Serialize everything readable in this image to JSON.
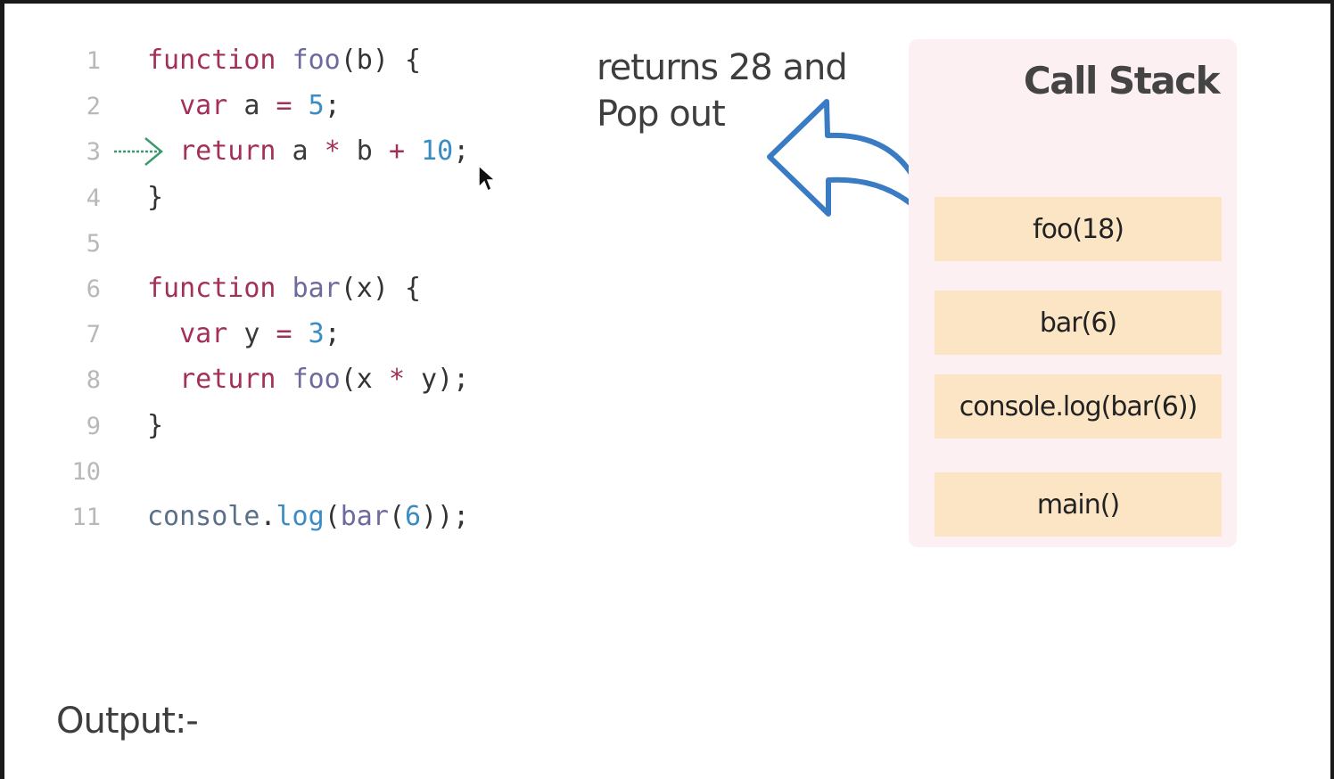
{
  "code": {
    "lines": [
      {
        "number": "1",
        "tokens": [
          {
            "t": "function",
            "c": "kw"
          },
          {
            "t": " ",
            "c": "pl"
          },
          {
            "t": "foo",
            "c": "fn"
          },
          {
            "t": "(b) {",
            "c": "pl"
          }
        ]
      },
      {
        "number": "2",
        "tokens": [
          {
            "t": "  ",
            "c": "pl"
          },
          {
            "t": "var",
            "c": "kw"
          },
          {
            "t": " a ",
            "c": "id"
          },
          {
            "t": "=",
            "c": "op"
          },
          {
            "t": " ",
            "c": "pl"
          },
          {
            "t": "5",
            "c": "num"
          },
          {
            "t": ";",
            "c": "pl"
          }
        ]
      },
      {
        "number": "3",
        "tokens": [
          {
            "t": "  ",
            "c": "pl"
          },
          {
            "t": "return",
            "c": "kw"
          },
          {
            "t": " a ",
            "c": "id"
          },
          {
            "t": "*",
            "c": "op"
          },
          {
            "t": " b ",
            "c": "id"
          },
          {
            "t": "+",
            "c": "op"
          },
          {
            "t": " ",
            "c": "pl"
          },
          {
            "t": "10",
            "c": "num"
          },
          {
            "t": ";",
            "c": "pl"
          }
        ]
      },
      {
        "number": "4",
        "tokens": [
          {
            "t": "}",
            "c": "pl"
          }
        ]
      },
      {
        "number": "5",
        "tokens": []
      },
      {
        "number": "6",
        "tokens": [
          {
            "t": "function",
            "c": "kw"
          },
          {
            "t": " ",
            "c": "pl"
          },
          {
            "t": "bar",
            "c": "fn"
          },
          {
            "t": "(x) {",
            "c": "pl"
          }
        ]
      },
      {
        "number": "7",
        "tokens": [
          {
            "t": "  ",
            "c": "pl"
          },
          {
            "t": "var",
            "c": "kw"
          },
          {
            "t": " y ",
            "c": "id"
          },
          {
            "t": "=",
            "c": "op"
          },
          {
            "t": " ",
            "c": "pl"
          },
          {
            "t": "3",
            "c": "num"
          },
          {
            "t": ";",
            "c": "pl"
          }
        ]
      },
      {
        "number": "8",
        "tokens": [
          {
            "t": "  ",
            "c": "pl"
          },
          {
            "t": "return",
            "c": "kw"
          },
          {
            "t": " ",
            "c": "pl"
          },
          {
            "t": "foo",
            "c": "fn"
          },
          {
            "t": "(x ",
            "c": "pl"
          },
          {
            "t": "*",
            "c": "op"
          },
          {
            "t": " y);",
            "c": "pl"
          }
        ]
      },
      {
        "number": "9",
        "tokens": [
          {
            "t": "}",
            "c": "pl"
          }
        ]
      },
      {
        "number": "10",
        "tokens": []
      },
      {
        "number": "11",
        "tokens": [
          {
            "t": "console",
            "c": "obj"
          },
          {
            "t": ".",
            "c": "pl"
          },
          {
            "t": "log",
            "c": "meth"
          },
          {
            "t": "(",
            "c": "pl"
          },
          {
            "t": "bar",
            "c": "fn"
          },
          {
            "t": "(",
            "c": "pl"
          },
          {
            "t": "6",
            "c": "num"
          },
          {
            "t": "));",
            "c": "pl"
          }
        ]
      }
    ],
    "current_line": 3
  },
  "annotation": {
    "line1": "returns 28 and",
    "line2": "Pop out"
  },
  "call_stack": {
    "title": "Call Stack",
    "frames": [
      "foo(18)",
      "bar(6)",
      "console.log(bar(6))",
      "main()"
    ]
  },
  "output": {
    "label": "Output:-"
  },
  "colors": {
    "keyword": "#a3305a",
    "number": "#3a8cc4",
    "pointer_arrow": "#3d9a6e",
    "curved_arrow": "#3a7cc4",
    "stack_background": "#fdf0f3",
    "frame_background": "#fce5c5"
  },
  "icons": {
    "pointer": "right-arrow-icon",
    "cursor": "mouse-cursor-icon",
    "pop": "curved-arrow-icon"
  }
}
